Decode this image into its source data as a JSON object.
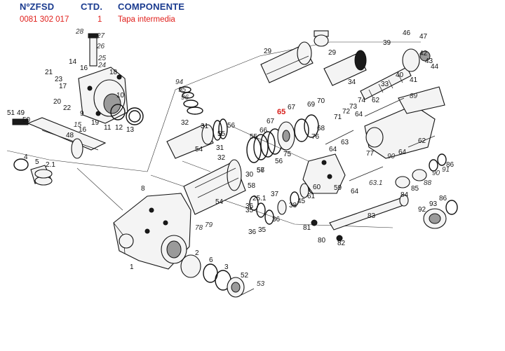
{
  "header": {
    "col_part_no": "NºZFSD",
    "col_qty": "CTD.",
    "col_component": "COMPONENTE"
  },
  "selected_row": {
    "part_no": "0081 302 017",
    "qty": "1",
    "component": "Tapa intermedia"
  },
  "colors": {
    "header_blue": "#1a3b8f",
    "selected_red": "#e0201c",
    "line": "#111111"
  },
  "callouts": {
    "c1": "1",
    "c2": "2",
    "c3": "3",
    "c4": "4",
    "c5": "5",
    "c6": "6",
    "c8": "8",
    "c9": "9",
    "c10": "10",
    "c11": "11",
    "c12": "12",
    "c13": "13",
    "c14": "14",
    "c15": "15",
    "c16a": "16",
    "c16b": "16",
    "c17": "17",
    "c18": "18",
    "c19": "19",
    "c20": "20",
    "c21": "21",
    "c22": "22",
    "c23": "23",
    "c24": "24",
    "c25": "25",
    "c26": "26",
    "c27": "27",
    "c28": "28",
    "c29a": "29",
    "c29b": "29",
    "c30": "30",
    "c31a": "31",
    "c31b": "31",
    "c32a": "32",
    "c32b": "32",
    "c33": "33",
    "c34": "34",
    "c35a": "35",
    "c35b": "35",
    "c36a": "36",
    "c36b": "36",
    "c36c": "36",
    "c37": "37",
    "c38": "38",
    "c39": "39",
    "c40": "40",
    "c41": "41",
    "c42": "42",
    "c43": "43",
    "c44": "44",
    "c45": "45",
    "c46": "46",
    "c47": "47",
    "c48": "48",
    "c49": "49",
    "c50": "50",
    "c51": "51",
    "c52": "52",
    "c53": "53",
    "c54a": "54",
    "c54b": "54",
    "c55a": "55",
    "c55b": "55",
    "c56a": "56",
    "c56b": "56",
    "c56c": "56",
    "c57": "57",
    "c58": "58",
    "c59": "59",
    "c60": "60",
    "c61": "61",
    "c62a": "62",
    "c62b": "62",
    "c63": "63",
    "c631": "63.1",
    "c64a": "64",
    "c64b": "64",
    "c64c": "64",
    "c64d": "64",
    "c65": "65",
    "c66": "66",
    "c67a": "67",
    "c67b": "67",
    "c68": "68",
    "c69": "69",
    "c70": "70",
    "c71": "71",
    "c72": "72",
    "c73": "73",
    "c74": "74",
    "c75": "75",
    "c76": "76",
    "c77": "77",
    "c78": "78",
    "c79": "79",
    "c80": "80",
    "c81": "81",
    "c82": "82",
    "c83": "83",
    "c84": "84",
    "c85": "85",
    "c86a": "86",
    "c86b": "86",
    "c88": "88",
    "c89": "89",
    "c90a": "90",
    "c90b": "90",
    "c91": "91",
    "c92": "92",
    "c93": "93",
    "c94": "94",
    "c95": "95",
    "c96": "96",
    "c21b": "2.1",
    "c251": "25.1"
  }
}
